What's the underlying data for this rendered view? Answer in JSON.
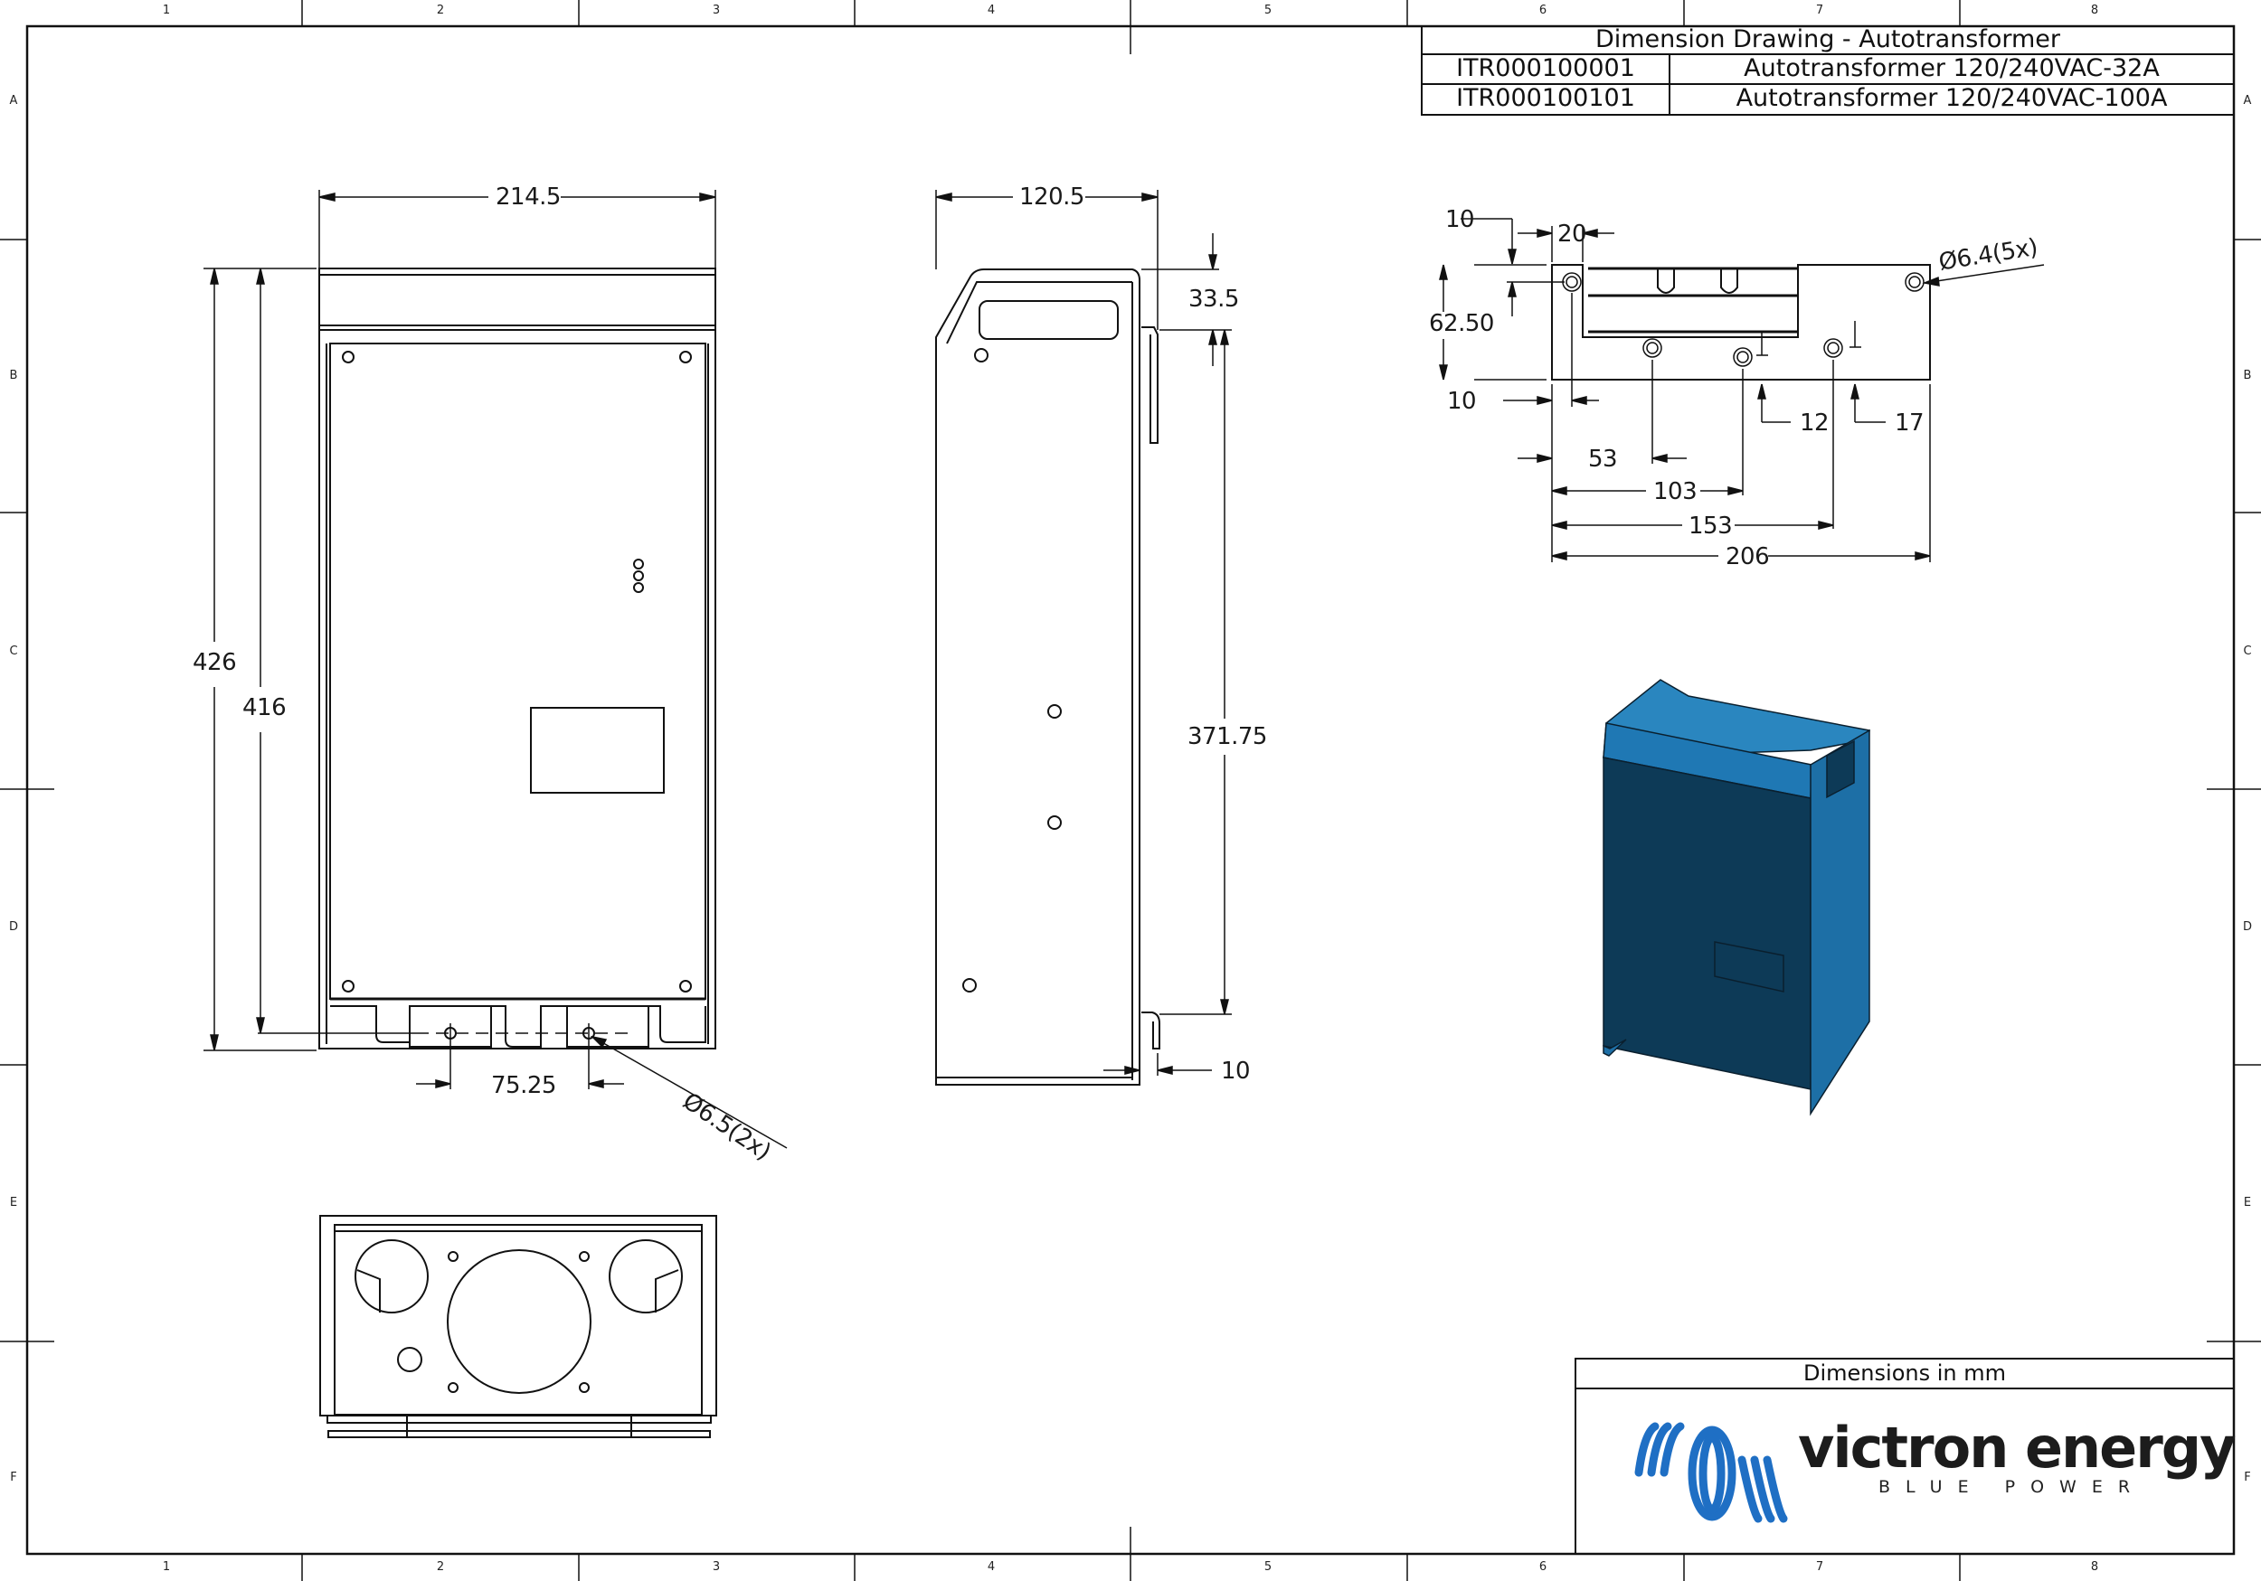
{
  "sheet": {
    "columns": [
      "1",
      "2",
      "3",
      "4",
      "5",
      "6",
      "7",
      "8"
    ],
    "rows": [
      "A",
      "B",
      "C",
      "D",
      "E",
      "F"
    ]
  },
  "title_block": {
    "title": "Dimension Drawing - Autotransformer",
    "parts": [
      {
        "code": "ITR000100001",
        "description": "Autotransformer 120/240VAC-32A"
      },
      {
        "code": "ITR000100101",
        "description": "Autotransformer 120/240VAC-100A"
      }
    ]
  },
  "front_view": {
    "width": "214.5",
    "overall_height": "426",
    "body_height": "416",
    "hole_spacing": "75.25",
    "hole_callout": "Ø6.5(2x)"
  },
  "side_view": {
    "depth": "120.5",
    "top_offset": "33.5",
    "mount_height": "371.75",
    "bracket_offset": "10"
  },
  "bracket_view": {
    "top_offset": "10",
    "slot_width": "20",
    "height": "62.50",
    "left_offset": "10",
    "dim_53": "53",
    "dim_103": "103",
    "dim_153": "153",
    "overall_width": "206",
    "dim_12": "12",
    "dim_17": "17",
    "hole_callout": "Ø6.4(5x)"
  },
  "footer": {
    "units_note": "Dimensions in mm",
    "brand": "victron energy",
    "tagline": "BLUE POWER",
    "brand_color": "#1f6fc4"
  },
  "colors": {
    "iso_top": "#2a86bf",
    "iso_front": "#0d3a57",
    "iso_side": "#1d6fa6",
    "line": "#111111"
  }
}
